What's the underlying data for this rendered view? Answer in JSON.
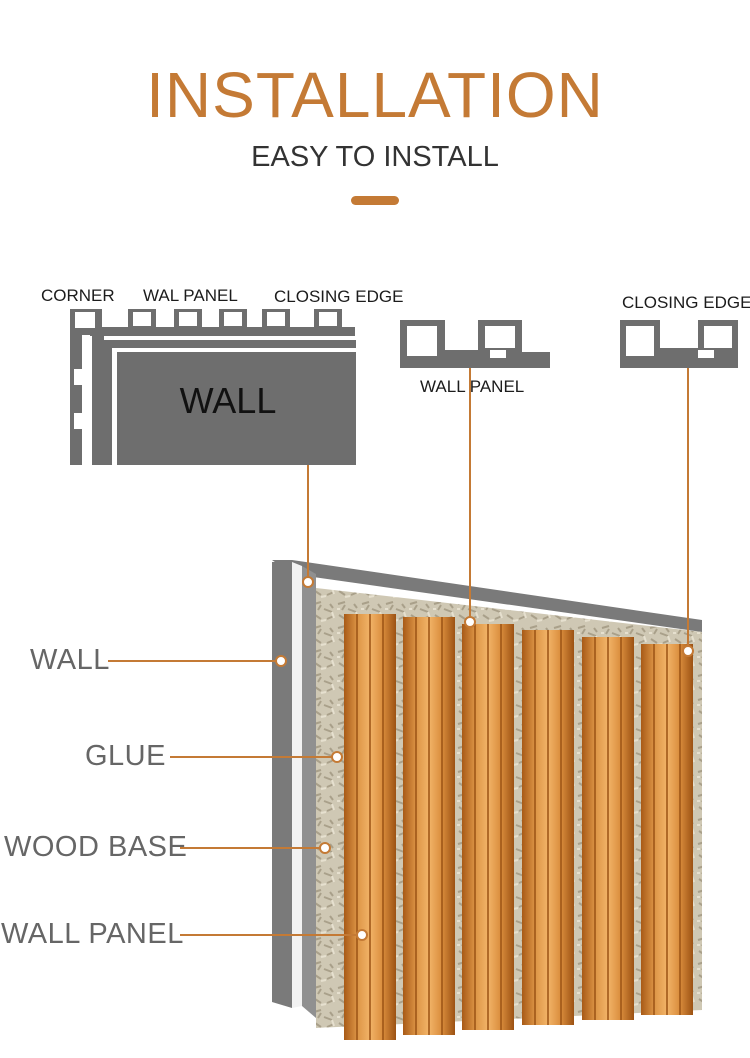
{
  "header": {
    "title": "INSTALLATION",
    "subtitle": "EASY TO INSTALL"
  },
  "profiles": {
    "corner_label": "CORNER",
    "wal_panel_label": "WAL PANEL",
    "closing_edge_label": "CLOSING EDGE",
    "wall_box_label": "WALL",
    "wall_panel_label": "WALL PANEL",
    "closing_edge_right_label": "CLOSING EDGE"
  },
  "layers": {
    "wall": "WALL",
    "glue": "GLUE",
    "wood_base": "WOOD BASE",
    "wall_panel": "WALL PANEL"
  },
  "colors": {
    "accent": "#c47a35",
    "profile_gray": "#6e6e6e",
    "wall_gray": "#7a7a7a",
    "panel_orange": "#d58a3a"
  }
}
